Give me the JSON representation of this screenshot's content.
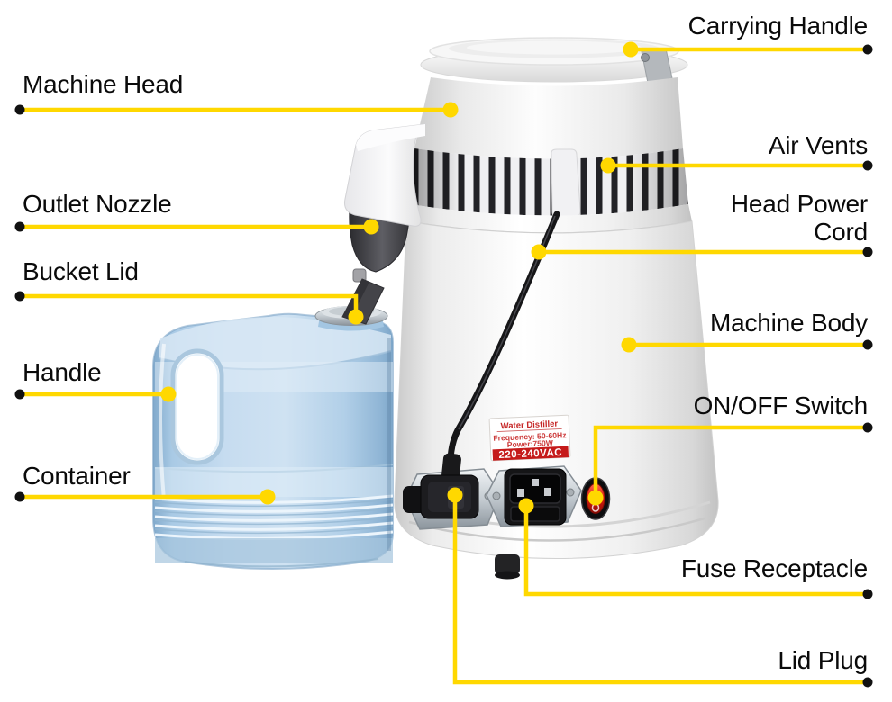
{
  "callouts": {
    "carrying_handle": "Carrying Handle",
    "machine_head": "Machine Head",
    "air_vents": "Air Vents",
    "outlet_nozzle": "Outlet Nozzle",
    "head_power_cord": "Head Power Cord",
    "bucket_lid": "Bucket Lid",
    "machine_body": "Machine Body",
    "handle": "Handle",
    "on_off_switch": "ON/OFF Switch",
    "container": "Container",
    "fuse_receptacle": "Fuse Receptacle",
    "lid_plug": "Lid Plug"
  },
  "sticker": {
    "title": "Water Distiller",
    "frequency": "Frequency: 50-60Hz",
    "power": "Power:750W",
    "voltage": "220-240VAC"
  },
  "colors": {
    "leader_line": "#ffd800",
    "leader_dot_black": "#111111",
    "label_text": "#0a0a0a",
    "sticker_red": "#c62626",
    "switch_red": "#dd1c10",
    "container_blue": "#c6dcf0",
    "machine_white": "#ffffff"
  }
}
